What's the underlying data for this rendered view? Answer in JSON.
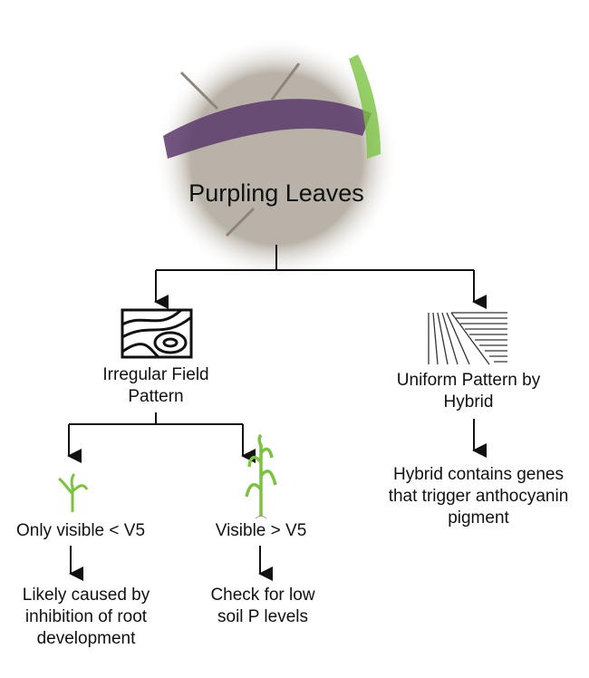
{
  "root": {
    "title": "Purpling Leaves"
  },
  "left": {
    "label": [
      "Irregular Field",
      "Pattern"
    ],
    "early": {
      "label": "Only visible < V5",
      "result": [
        "Likely caused by",
        "inhibition of root",
        "development"
      ]
    },
    "late": {
      "label": "Visible > V5",
      "result": [
        "Check for low",
        "soil P levels"
      ]
    }
  },
  "right": {
    "label": [
      "Uniform Pattern by",
      "Hybrid"
    ],
    "result": [
      "Hybrid contains genes",
      "that trigger anthocyanin",
      "pigment"
    ]
  },
  "colors": {
    "plant": "#7cc242",
    "leaf_purple": "#5a3a6a",
    "soil": "#b9b2a8"
  }
}
